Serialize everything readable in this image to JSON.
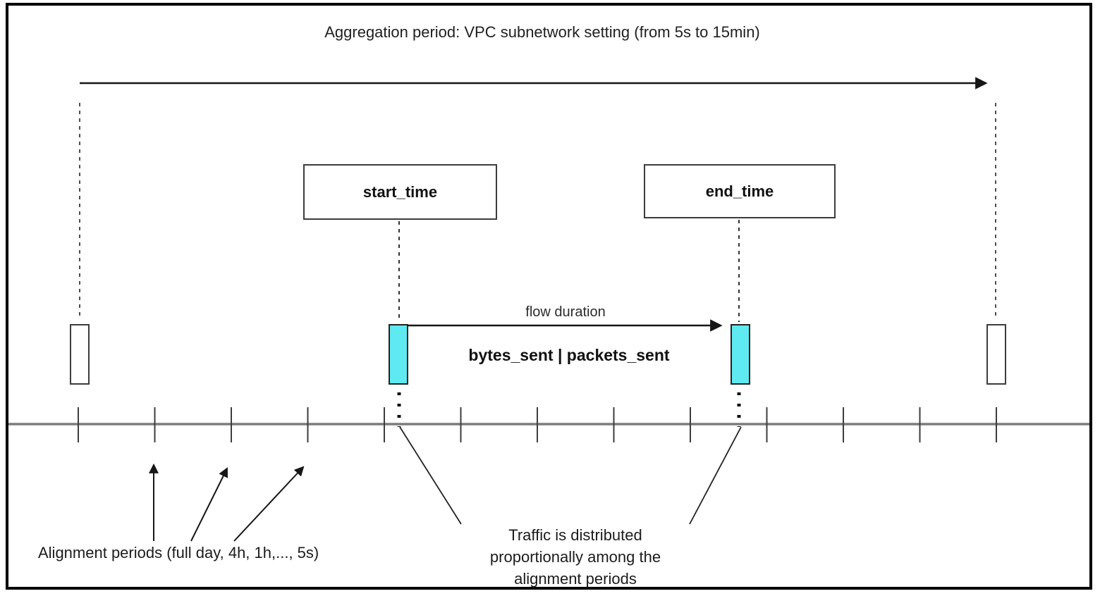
{
  "diagram": {
    "title": "Aggregation period: VPC subnetwork setting (from 5s to 15min)",
    "start_box": {
      "label": "start_time"
    },
    "end_box": {
      "label": "end_time"
    },
    "flow": {
      "duration_label": "flow duration",
      "metrics_label": "bytes_sent | packets_sent"
    },
    "alignment": {
      "label": "Alignment periods (full day, 4h, 1h,..., 5s)"
    },
    "traffic_note": {
      "lines": [
        "Traffic is distributed",
        "proportionally among the",
        "alignment periods"
      ]
    },
    "timeline": {
      "tick_count": 13
    },
    "colors": {
      "flow_marker_fill": "#5fe9f0",
      "diagram_line": "#161616",
      "timeline_line": "#7d7d7d"
    }
  }
}
